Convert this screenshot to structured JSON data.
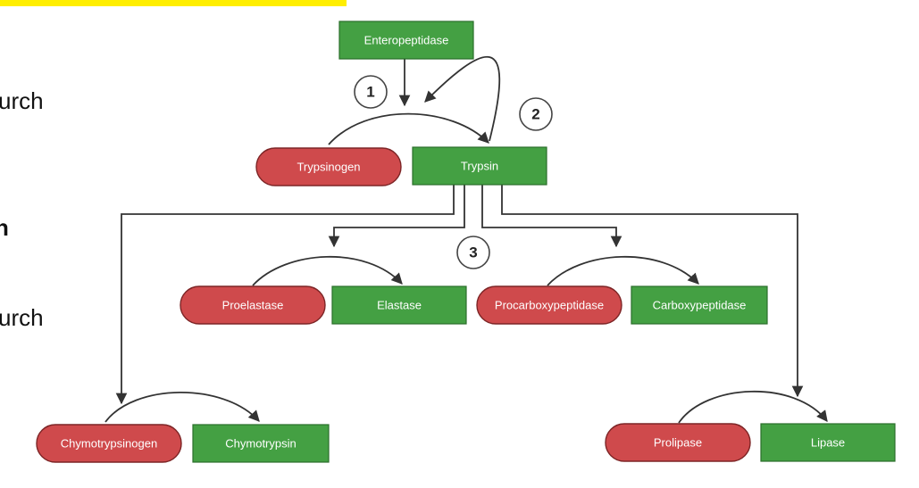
{
  "side_text": {
    "line1": "urch",
    "line2": "n",
    "line3": "urch"
  },
  "colors": {
    "active_enzyme": "#44a043",
    "zymogen": "#cf4a4c",
    "highlight": "#ffee00"
  },
  "nodes": {
    "enteropeptidase": "Enteropeptidase",
    "trypsinogen": "Trypsinogen",
    "trypsin": "Trypsin",
    "proelastase": "Proelastase",
    "elastase": "Elastase",
    "procarboxypeptidase": "Procarboxypeptidase",
    "carboxypeptidase": "Carboxypeptidase",
    "chymotrypsinogen": "Chymotrypsinogen",
    "chymotrypsin": "Chymotrypsin",
    "prolipase": "Prolipase",
    "lipase": "Lipase"
  },
  "steps": {
    "s1": "1",
    "s2": "2",
    "s3": "3"
  }
}
